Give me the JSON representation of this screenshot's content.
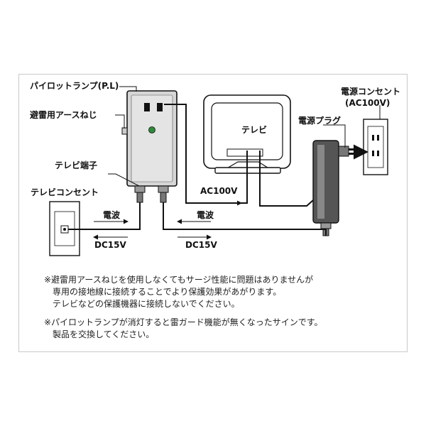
{
  "labels": {
    "pilot_lamp": "パイロットランプ(P.L)",
    "earth_screw": "避雷用アースねじ",
    "tv_terminal": "テレビ端子",
    "tv_outlet": "テレビコンセント",
    "tv": "テレビ",
    "ac100v": "AC100V",
    "power_outlet_line1": "電源コンセント",
    "power_outlet_line2": "(AC100V)",
    "power_plug": "電源プラグ",
    "wave_left": "電波",
    "dc_left": "DC15V",
    "wave_right": "電波",
    "dc_right": "DC15V"
  },
  "notes": {
    "note1_line1": "※避雷用アースねじを使用しなくてもサージ性能に問題はありませんが",
    "note1_line2": "専用の接地線に接続することでより保護効果があがります。",
    "note1_line3": "テレビなどの保護機器に接続しないでください。",
    "note2_line1": "※パイロットランプが消灯すると雷ガード機能が無くなったサインです。",
    "note2_line2": "製品を交換してください。"
  },
  "colors": {
    "device_gray": "#d8d8d8",
    "pilot_lamp_green": "#2e8b3a",
    "line": "#111111",
    "frame": "#c9c9c9"
  }
}
